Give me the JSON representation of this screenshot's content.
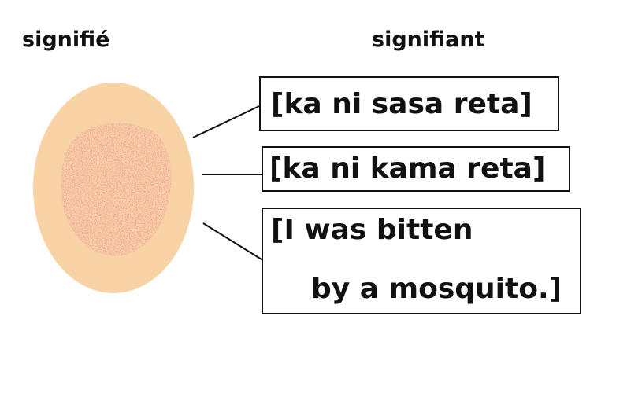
{
  "headings": {
    "signifie": "signifié",
    "signifiant": "signifiant"
  },
  "image": {
    "icon": "mosquito-bite-icon",
    "skin_color": "#F8D3A5",
    "bite_color": "#E06A5A"
  },
  "signifiants": [
    {
      "text": "[ka ni sasa reta]"
    },
    {
      "text": "[ka ni kama reta]"
    },
    {
      "lines": [
        "[I was bitten",
        "by a mosquito.]"
      ]
    }
  ],
  "colors": {
    "line": "#111111",
    "text": "#111111"
  }
}
